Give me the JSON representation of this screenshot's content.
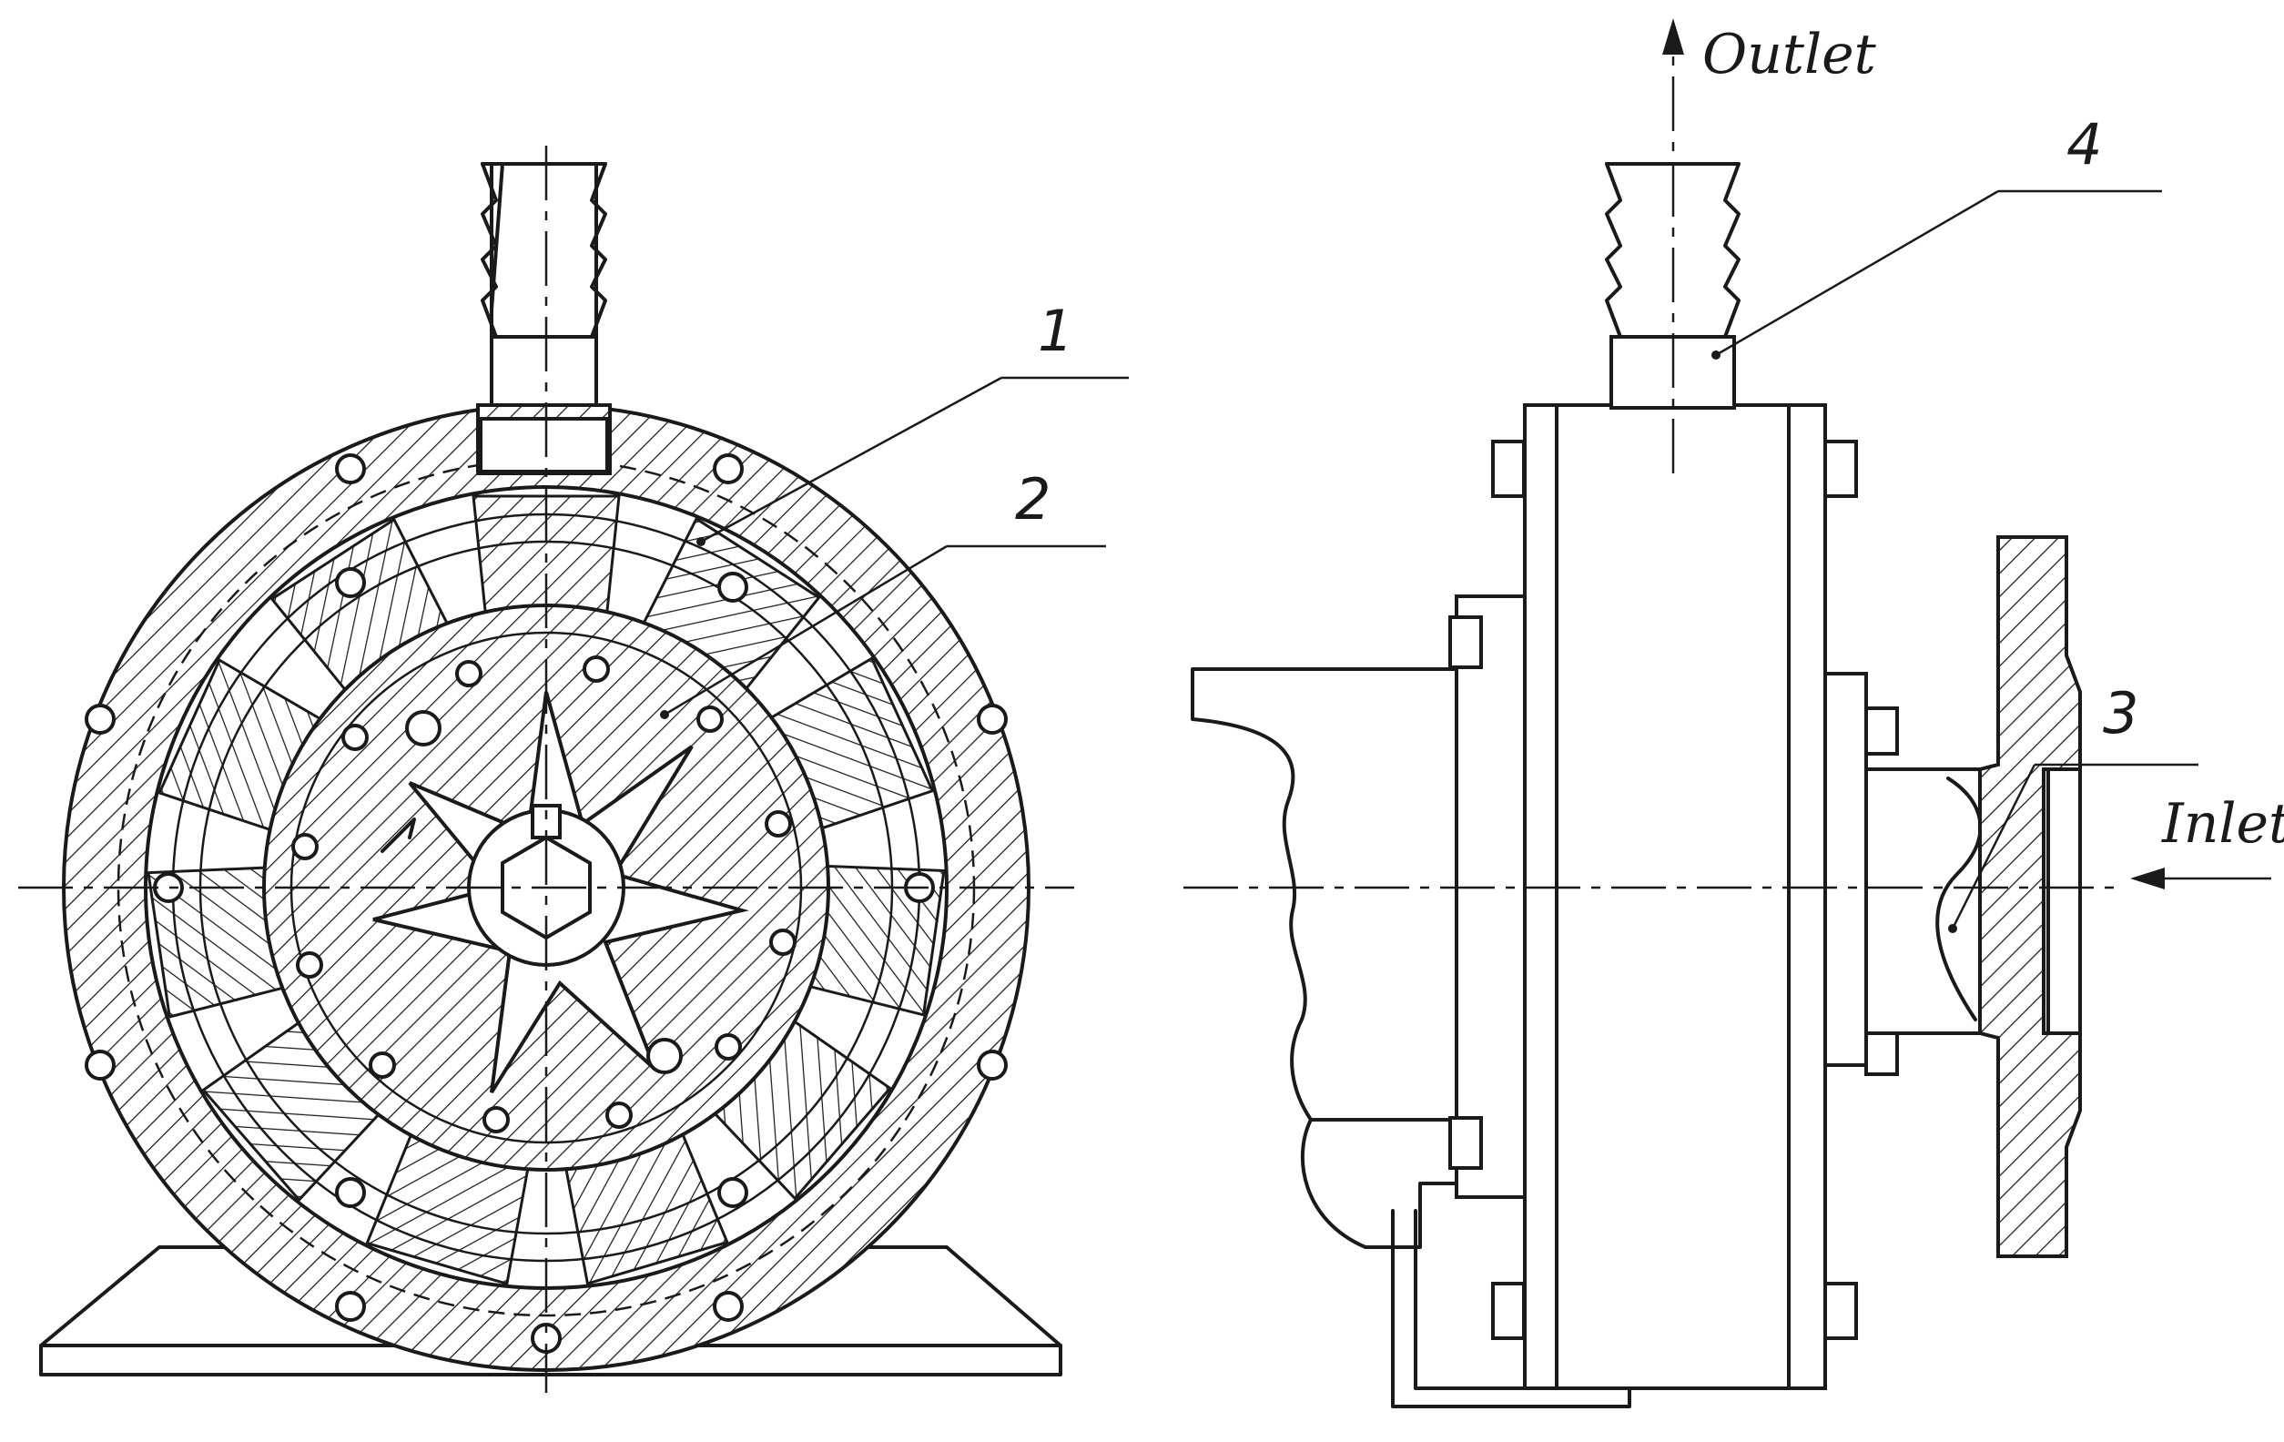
{
  "labels": {
    "outlet": "Outlet",
    "inlet": "Inlet"
  },
  "callouts": [
    {
      "id": "1",
      "text": "1"
    },
    {
      "id": "2",
      "text": "2"
    },
    {
      "id": "3",
      "text": "3"
    },
    {
      "id": "4",
      "text": "4"
    }
  ],
  "colors": {
    "line": "#1a1a1a",
    "background": "#ffffff"
  }
}
